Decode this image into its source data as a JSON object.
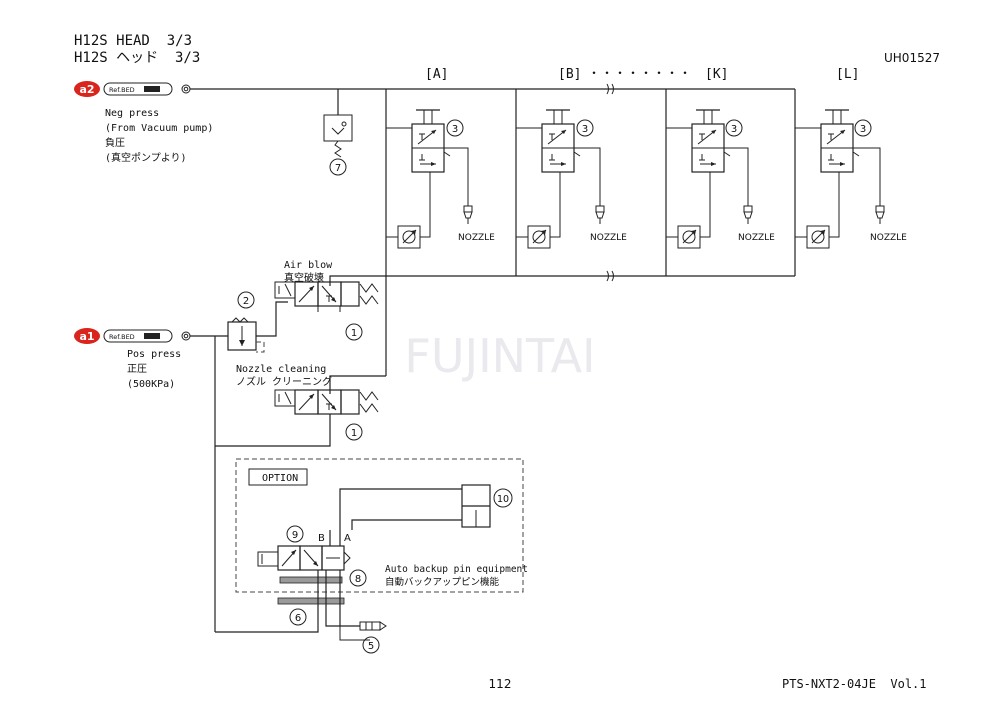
{
  "header": {
    "title_en": "H12S HEAD  3/3",
    "title_jp": "H12S ヘッド  3/3",
    "code": "UH01527"
  },
  "groups": {
    "a": "[A]",
    "b": "[B]",
    "dots": "・・・・・・・・",
    "k": "[K]",
    "l": "[L]"
  },
  "nozzle_label": "NOZZLE",
  "ports": {
    "a2": {
      "badge": "a2",
      "tag": "Ref.BED",
      "line1": "Neg press",
      "line2": "(From Vacuum pump)",
      "line3": "負圧",
      "line4": "(真空ポンプより)"
    },
    "a1": {
      "badge": "a1",
      "tag": "Ref.BED",
      "line1": "Pos press",
      "line2": "正圧",
      "line3": "(500KPa)"
    }
  },
  "valves": {
    "air_blow_en": "Air blow",
    "air_blow_jp": "真空破壊",
    "nozzle_cleaning_en": "Nozzle cleaning",
    "nozzle_cleaning_jp": "ノズル クリーニング"
  },
  "option": {
    "label": "OPTION",
    "desc_en": "Auto backup pin equipment",
    "desc_jp": "自動バックアップピン機能",
    "port_b": "B",
    "port_a": "A"
  },
  "numbers": {
    "n1": "1",
    "n2": "2",
    "n3": "3",
    "n5": "5",
    "n6": "6",
    "n7": "7",
    "n8": "8",
    "n9": "9",
    "n10": "10"
  },
  "watermark": "FUJINTAI",
  "footer": {
    "page": "112",
    "doc": "PTS-NXT2-04JE  Vol.1"
  },
  "colors": {
    "badge": "#d9251c",
    "line": "#222222"
  }
}
